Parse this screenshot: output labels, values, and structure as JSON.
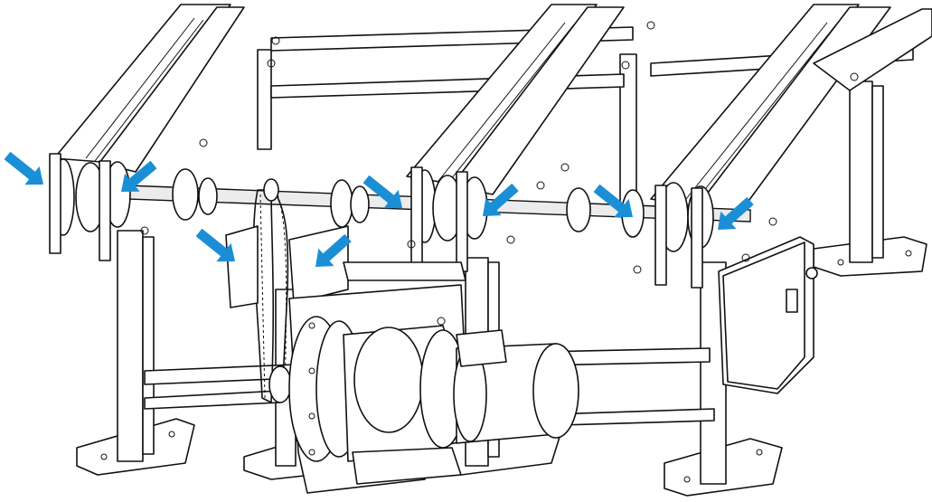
{
  "colors": {
    "line": "#111111",
    "background": "#ffffff",
    "arrow": "#1b8fd6"
  },
  "arrows": [
    {
      "name": "arrow-left-outer-bearing",
      "dir": "down-right"
    },
    {
      "name": "arrow-left-inner-bearing",
      "dir": "down-left"
    },
    {
      "name": "arrow-drive-sprocket-left",
      "dir": "down-right"
    },
    {
      "name": "arrow-drive-sprocket-right",
      "dir": "down-left"
    },
    {
      "name": "arrow-middle-left-bearing",
      "dir": "down-right"
    },
    {
      "name": "arrow-middle-right-bearing",
      "dir": "down-left"
    },
    {
      "name": "arrow-right-coupling-bearing",
      "dir": "down-right"
    },
    {
      "name": "arrow-right-outer-bearing",
      "dir": "down-left"
    }
  ],
  "icons": {
    "arrow": "pointer-arrow-icon",
    "bearing": "bearing-icon",
    "motor": "electric-motor-icon",
    "panel": "control-panel-icon"
  }
}
